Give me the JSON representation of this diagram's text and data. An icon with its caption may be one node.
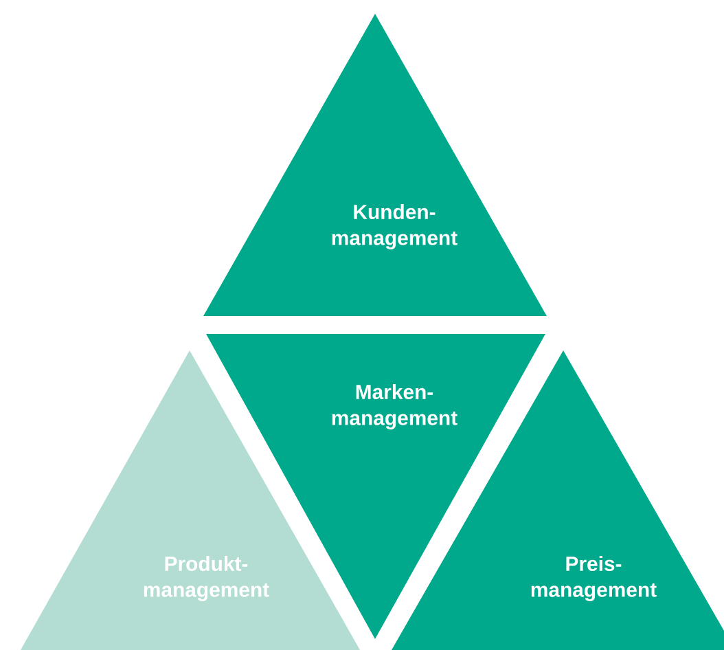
{
  "diagram": {
    "nodes": [
      {
        "text": [
          "Kunden- management"
        ]
      },
      {
        "text": [
          "Marken- management"
        ]
      },
      {
        "text": [
          "Produkt- management"
        ]
      },
      {
        "text": [
          "Preis- management"
        ]
      }
    ]
  }
}
